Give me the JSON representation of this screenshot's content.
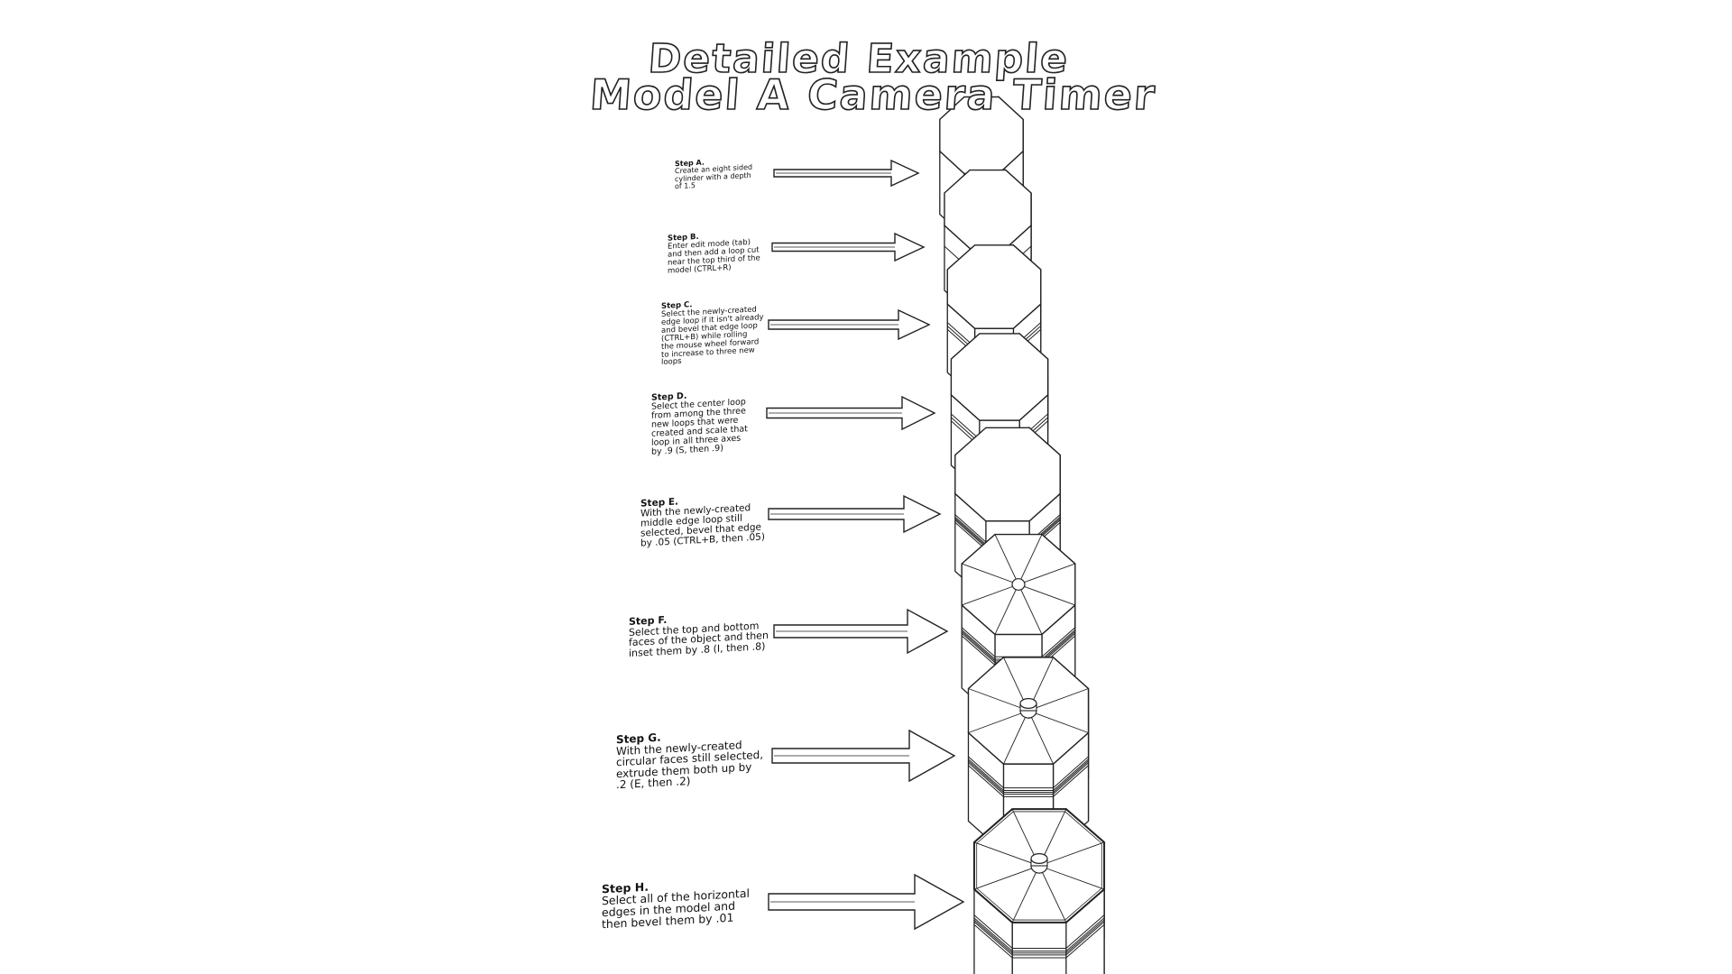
{
  "title": {
    "line1": "Detailed Example",
    "line2": "Model A Camera Timer"
  },
  "steps": [
    {
      "label": "Step A.",
      "text": "Create an eight sided\ncylinder with a depth\nof 1.5"
    },
    {
      "label": "Step B.",
      "text": "Enter edit mode (tab)\nand then add a loop cut\nnear the top third of the\nmodel (CTRL+R)"
    },
    {
      "label": "Step C.",
      "text": "Select the newly-created\nedge loop if it isn't already\nand bevel that edge loop\n(CTRL+B) while rolling\nthe mouse wheel forward\nto increase to three new\nloops"
    },
    {
      "label": "Step D.",
      "text": "Select the center loop\nfrom among the three\nnew loops that were\ncreated and scale that\nloop in all three axes\nby .9 (S, then .9)"
    },
    {
      "label": "Step E.",
      "text": "With the newly-created\nmiddle edge loop still\nselected, bevel that edge\nby .05 (CTRL+B, then .05)"
    },
    {
      "label": "Step F.",
      "text": "Select the top and bottom\nfaces of the object and then\ninset them by .8 (I, then .8)"
    },
    {
      "label": "Step G.",
      "text": "With the newly-created\ncircular faces still selected,\nextrude them both up by\n.2 (E, then .2)"
    },
    {
      "label": "Step H.",
      "text": "Select all of the horizontal\nedges in the model and\nthen bevel them by .01"
    }
  ],
  "colors": {
    "line": "#222222",
    "fill": "#ffffff",
    "background": "#ffffff"
  },
  "icons": {
    "arrow": "right-arrow-icon",
    "model": "octagonal-cylinder-model"
  }
}
